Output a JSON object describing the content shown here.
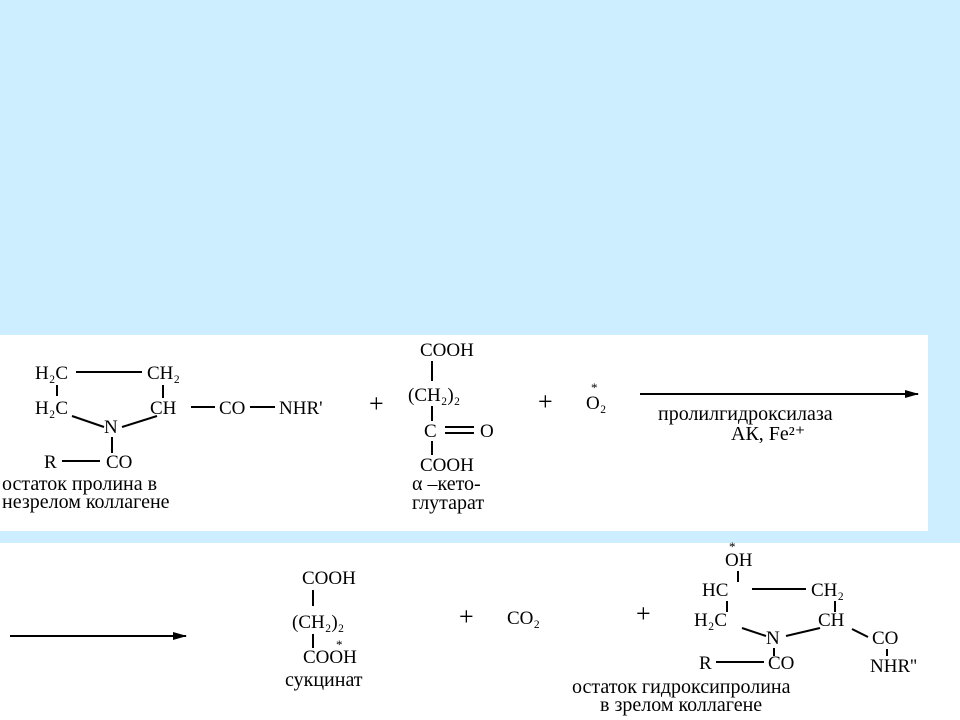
{
  "proline": {
    "h2c_top": "H₂C",
    "ch2_top": "CH₂",
    "h2c_bottom": "H₂C",
    "ch": "CH",
    "co": "CO",
    "nhr": "NHR'",
    "n": "N",
    "r": "R",
    "co_bottom": "CO",
    "caption_line1": "остаток пролина в",
    "caption_line2": "незрелом  коллагене"
  },
  "plus1": "+",
  "ketoglutarate": {
    "cooh_top": "COOH",
    "ch2_group": "(CH₂)₂",
    "c": "C",
    "o": "O",
    "cooh_bottom": "COOH",
    "caption_line1": "α –кето-",
    "caption_line2": "глутарат"
  },
  "plus2": "+",
  "oxygen": {
    "star": "*",
    "label": "O₂"
  },
  "arrow1": {
    "enzyme": "пролилгидроксилаза",
    "cofactors": "АК, Fe²⁺"
  },
  "succinate": {
    "cooh_top": "COOH",
    "ch2_group": "(CH₂)₂",
    "cooh_bottom": "COOH",
    "star": "*",
    "caption": "сукцинат"
  },
  "plus3": "+",
  "co2": "CO₂",
  "plus4": "+",
  "hydroxyproline": {
    "star": "*",
    "oh": "OH",
    "hc": "HC",
    "ch2": "CH₂",
    "h2c": "H₂C",
    "ch": "CH",
    "n": "N",
    "co_side": "CO",
    "nhr": "NHR''",
    "r": "R",
    "co_bottom": "CO",
    "caption_line1": "остаток гидроксипролина",
    "caption_line2": "в   зрелом  коллагене"
  }
}
